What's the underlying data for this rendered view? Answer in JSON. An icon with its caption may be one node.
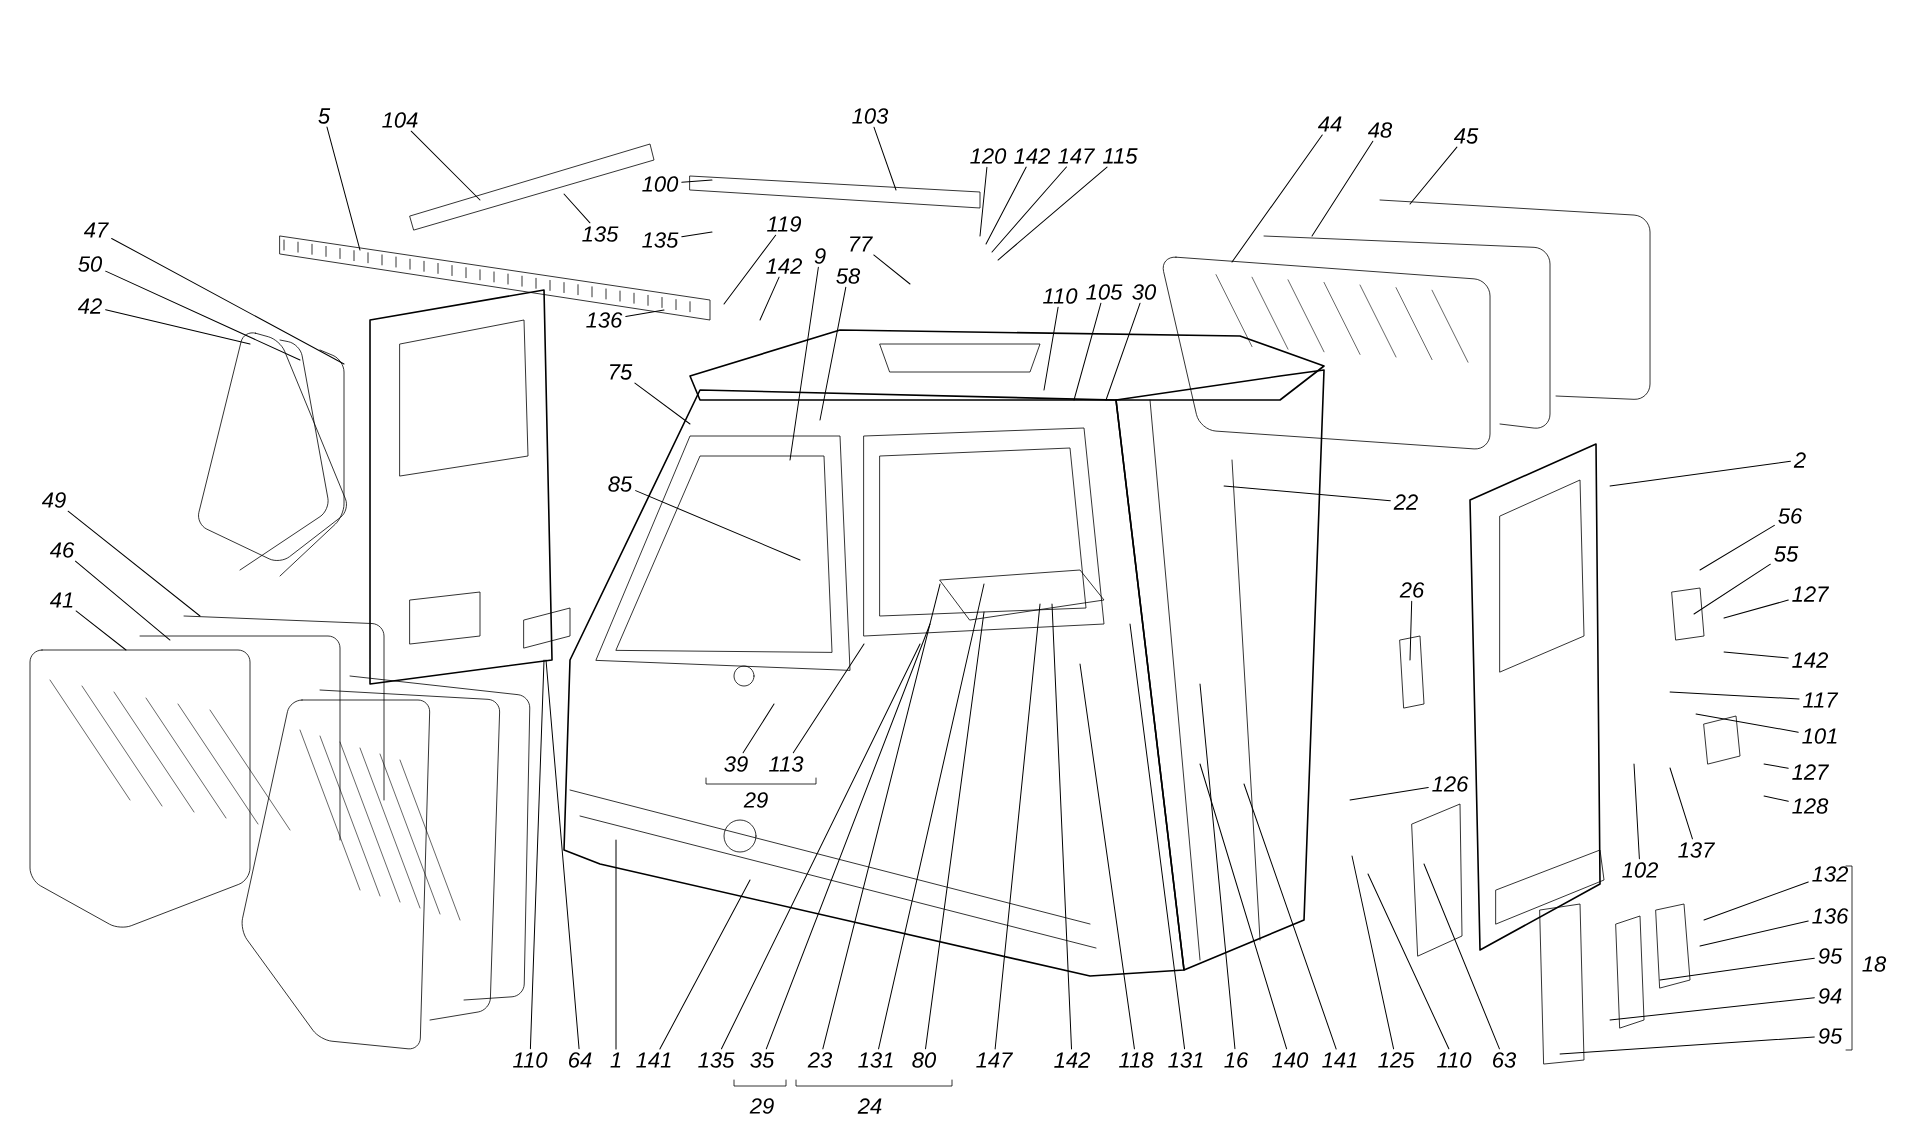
{
  "diagram": {
    "nodes": [
      {
        "text": [
          "5"
        ]
      },
      {
        "text": [
          "104"
        ]
      },
      {
        "text": [
          "135"
        ]
      },
      {
        "text": [
          "103"
        ]
      },
      {
        "text": [
          "100"
        ]
      },
      {
        "text": [
          "135"
        ]
      },
      {
        "text": [
          "119"
        ]
      },
      {
        "text": [
          "142"
        ]
      },
      {
        "text": [
          "9"
        ]
      },
      {
        "text": [
          "77"
        ]
      },
      {
        "text": [
          "58"
        ]
      },
      {
        "text": [
          "136"
        ]
      },
      {
        "text": [
          "75"
        ]
      },
      {
        "text": [
          "47"
        ]
      },
      {
        "text": [
          "50"
        ]
      },
      {
        "text": [
          "42"
        ]
      },
      {
        "text": [
          "120"
        ]
      },
      {
        "text": [
          "142"
        ]
      },
      {
        "text": [
          "147"
        ]
      },
      {
        "text": [
          "115"
        ]
      },
      {
        "text": [
          "110"
        ]
      },
      {
        "text": [
          "105"
        ]
      },
      {
        "text": [
          "30"
        ]
      },
      {
        "text": [
          "44"
        ]
      },
      {
        "text": [
          "48"
        ]
      },
      {
        "text": [
          "45"
        ]
      },
      {
        "text": [
          "85"
        ]
      },
      {
        "text": [
          "2"
        ]
      },
      {
        "text": [
          "22"
        ]
      },
      {
        "text": [
          "56"
        ]
      },
      {
        "text": [
          "55"
        ]
      },
      {
        "text": [
          "127"
        ]
      },
      {
        "text": [
          "26"
        ]
      },
      {
        "text": [
          "142"
        ]
      },
      {
        "text": [
          "117"
        ]
      },
      {
        "text": [
          "101"
        ]
      },
      {
        "text": [
          "127"
        ]
      },
      {
        "text": [
          "128"
        ]
      },
      {
        "text": [
          "126"
        ]
      },
      {
        "text": [
          "102"
        ]
      },
      {
        "text": [
          "137"
        ]
      },
      {
        "text": [
          "132"
        ]
      },
      {
        "text": [
          "136"
        ]
      },
      {
        "text": [
          "95"
        ]
      },
      {
        "text": [
          "94"
        ]
      },
      {
        "text": [
          "95"
        ]
      },
      {
        "text": [
          "49"
        ]
      },
      {
        "text": [
          "46"
        ]
      },
      {
        "text": [
          "41"
        ]
      },
      {
        "text": [
          "39"
        ]
      },
      {
        "text": [
          "113"
        ]
      },
      {
        "text": [
          "110"
        ]
      },
      {
        "text": [
          "64"
        ]
      },
      {
        "text": [
          "1"
        ]
      },
      {
        "text": [
          "141"
        ]
      },
      {
        "text": [
          "135"
        ]
      },
      {
        "text": [
          "35"
        ]
      },
      {
        "text": [
          "23"
        ]
      },
      {
        "text": [
          "131"
        ]
      },
      {
        "text": [
          "80"
        ]
      },
      {
        "text": [
          "147"
        ]
      },
      {
        "text": [
          "142"
        ]
      },
      {
        "text": [
          "118"
        ]
      },
      {
        "text": [
          "131"
        ]
      },
      {
        "text": [
          "16"
        ]
      },
      {
        "text": [
          "140"
        ]
      },
      {
        "text": [
          "141"
        ]
      },
      {
        "text": [
          "125"
        ]
      },
      {
        "text": [
          "110"
        ]
      },
      {
        "text": [
          "63"
        ]
      }
    ],
    "edges": [
      {
        "from": 0,
        "to": null,
        "arrow": "none"
      },
      {
        "from": 1,
        "to": null,
        "arrow": "none"
      },
      {
        "from": 2,
        "to": null,
        "arrow": "none"
      },
      {
        "from": 3,
        "to": null,
        "arrow": "none"
      },
      {
        "from": 4,
        "to": null,
        "arrow": "none"
      },
      {
        "from": 5,
        "to": null,
        "arrow": "none"
      },
      {
        "from": 6,
        "to": null,
        "arrow": "none"
      },
      {
        "from": 7,
        "to": null,
        "arrow": "none"
      },
      {
        "from": 8,
        "to": null,
        "arrow": "none"
      },
      {
        "from": 9,
        "to": null,
        "arrow": "none"
      },
      {
        "from": 10,
        "to": null,
        "arrow": "none"
      },
      {
        "from": 11,
        "to": null,
        "arrow": "none"
      },
      {
        "from": 12,
        "to": null,
        "arrow": "none"
      },
      {
        "from": 13,
        "to": null,
        "arrow": "none"
      },
      {
        "from": 14,
        "to": null,
        "arrow": "none"
      },
      {
        "from": 15,
        "to": null,
        "arrow": "none"
      },
      {
        "from": 16,
        "to": null,
        "arrow": "none"
      },
      {
        "from": 17,
        "to": null,
        "arrow": "none"
      },
      {
        "from": 18,
        "to": null,
        "arrow": "none"
      },
      {
        "from": 19,
        "to": null,
        "arrow": "none"
      },
      {
        "from": 20,
        "to": null,
        "arrow": "none"
      },
      {
        "from": 21,
        "to": null,
        "arrow": "none"
      },
      {
        "from": 22,
        "to": null,
        "arrow": "none"
      },
      {
        "from": 23,
        "to": null,
        "arrow": "none"
      },
      {
        "from": 24,
        "to": null,
        "arrow": "none"
      },
      {
        "from": 25,
        "to": null,
        "arrow": "none"
      },
      {
        "from": 26,
        "to": null,
        "arrow": "none"
      },
      {
        "from": 27,
        "to": null,
        "arrow": "none"
      },
      {
        "from": 28,
        "to": null,
        "arrow": "none"
      },
      {
        "from": 29,
        "to": null,
        "arrow": "none"
      },
      {
        "from": 30,
        "to": null,
        "arrow": "none"
      },
      {
        "from": 31,
        "to": null,
        "arrow": "none"
      },
      {
        "from": 32,
        "to": null,
        "arrow": "none"
      },
      {
        "from": 33,
        "to": null,
        "arrow": "none"
      },
      {
        "from": 34,
        "to": null,
        "arrow": "none"
      },
      {
        "from": 35,
        "to": null,
        "arrow": "none"
      },
      {
        "from": 36,
        "to": null,
        "arrow": "none"
      },
      {
        "from": 37,
        "to": null,
        "arrow": "none"
      },
      {
        "from": 38,
        "to": null,
        "arrow": "none"
      },
      {
        "from": 39,
        "to": null,
        "arrow": "none"
      },
      {
        "from": 40,
        "to": null,
        "arrow": "none"
      },
      {
        "from": 41,
        "to": null,
        "arrow": "none"
      },
      {
        "from": 42,
        "to": null,
        "arrow": "none"
      },
      {
        "from": 43,
        "to": null,
        "arrow": "none"
      },
      {
        "from": 44,
        "to": null,
        "arrow": "none"
      },
      {
        "from": 45,
        "to": null,
        "arrow": "none"
      },
      {
        "from": 46,
        "to": null,
        "arrow": "none"
      },
      {
        "from": 47,
        "to": null,
        "arrow": "none"
      },
      {
        "from": 48,
        "to": null,
        "arrow": "none"
      },
      {
        "from": 49,
        "to": null,
        "arrow": "none"
      },
      {
        "from": 50,
        "to": null,
        "arrow": "none"
      },
      {
        "from": 51,
        "to": null,
        "arrow": "none"
      },
      {
        "from": 52,
        "to": null,
        "arrow": "none"
      },
      {
        "from": 53,
        "to": null,
        "arrow": "none"
      },
      {
        "from": 54,
        "to": null,
        "arrow": "none"
      },
      {
        "from": 55,
        "to": null,
        "arrow": "none"
      },
      {
        "from": 56,
        "to": null,
        "arrow": "none"
      },
      {
        "from": 57,
        "to": null,
        "arrow": "none"
      },
      {
        "from": 58,
        "to": null,
        "arrow": "none"
      },
      {
        "from": 59,
        "to": null,
        "arrow": "none"
      },
      {
        "from": 60,
        "to": null,
        "arrow": "none"
      },
      {
        "from": 61,
        "to": null,
        "arrow": "none"
      },
      {
        "from": 62,
        "to": null,
        "arrow": "none"
      },
      {
        "from": 63,
        "to": null,
        "arrow": "none"
      },
      {
        "from": 64,
        "to": null,
        "arrow": "none"
      },
      {
        "from": 65,
        "to": null,
        "arrow": "none"
      },
      {
        "from": 66,
        "to": null,
        "arrow": "none"
      },
      {
        "from": 67,
        "to": null,
        "arrow": "none"
      },
      {
        "from": 68,
        "to": null,
        "arrow": "none"
      },
      {
        "from": 69,
        "to": null,
        "arrow": "none"
      }
    ],
    "labels": [
      "29",
      "18",
      "29",
      "24"
    ]
  }
}
